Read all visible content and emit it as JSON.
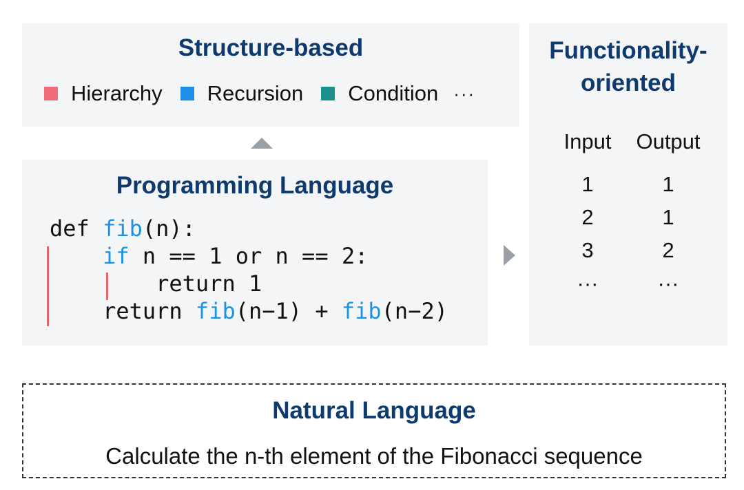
{
  "structure": {
    "title": "Structure-based",
    "legend": [
      {
        "label": "Hierarchy",
        "color": "#f06d7a"
      },
      {
        "label": "Recursion",
        "color": "#1b8fea"
      },
      {
        "label": "Condition",
        "color": "#17918a"
      }
    ],
    "legend_more": "···"
  },
  "programming": {
    "title": "Programming Language",
    "code": {
      "line1": {
        "a": "def ",
        "b": "fib",
        "c": "(n):"
      },
      "line2": {
        "indent": "    ",
        "a": "if",
        "b": " n == 1 or n == 2:"
      },
      "line3": {
        "indent": "        ",
        "a": "return 1"
      },
      "line4": {
        "indent": "    ",
        "a": "return ",
        "b": "fib",
        "c": "(n−1) + ",
        "d": "fib",
        "e": "(n−2)"
      }
    },
    "highlight_colors": {
      "keyword": "#1a94e6",
      "hierarchy_bar": "#e9636f"
    }
  },
  "functionality": {
    "title_line1": "Functionality-",
    "title_line2": "oriented",
    "header": {
      "input": "Input",
      "output": "Output"
    },
    "rows": [
      {
        "input": "1",
        "output": "1"
      },
      {
        "input": "2",
        "output": "1"
      },
      {
        "input": "3",
        "output": "2"
      },
      {
        "input": "···",
        "output": "···"
      }
    ]
  },
  "natural": {
    "title": "Natural Language",
    "text": "Calculate the n-th element of the Fibonacci sequence"
  }
}
